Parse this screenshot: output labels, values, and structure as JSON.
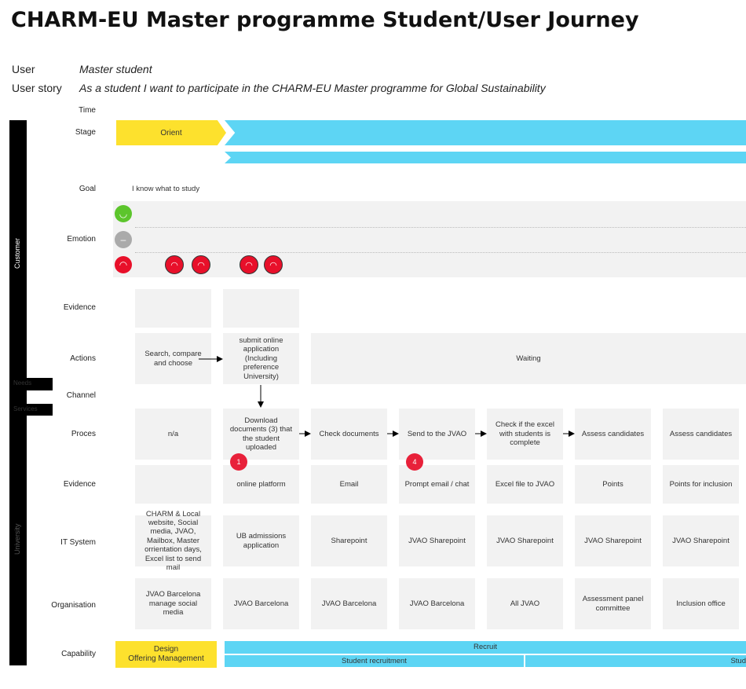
{
  "title": "CHARM-EU Master programme Student/User Journey",
  "user": {
    "label": "User",
    "value": "Master student"
  },
  "user_story": {
    "label": "User story",
    "value": "As a student I want to participate in the CHARM-EU Master programme for Global Sustainability"
  },
  "side": {
    "customer": "Customer",
    "university": "University",
    "needs": "Needs",
    "services": "Services"
  },
  "rows": {
    "time": "Time",
    "stage": "Stage",
    "goal": "Goal",
    "emotion": "Emotion",
    "evidence1": "Evidence",
    "actions": "Actions",
    "channel": "Channel",
    "proces": "Proces",
    "evidence2": "Evidence",
    "it_system": "IT System",
    "organisation": "Organisation",
    "capability": "Capability"
  },
  "stage": {
    "orient": "Orient"
  },
  "goal": {
    "text": "I know what to study"
  },
  "emotion_markers": [
    "1",
    "1",
    "1",
    "1"
  ],
  "actions": {
    "search": "Search, compare and choose",
    "submit": "submit online application (Including preference University)",
    "waiting": "Waiting"
  },
  "process": [
    "n/a",
    "Download documents (3) that the student uploaded",
    "Check documents",
    "Send to the JVAO",
    "Check if the excel with students is complete",
    "Assess candidates",
    "Assess candidates"
  ],
  "badges": [
    "1",
    "4"
  ],
  "evidence": [
    "",
    "online platform",
    "Email",
    "Prompt email / chat",
    "Excel file to JVAO",
    "Points",
    "Points for inclusion"
  ],
  "it_system": [
    "CHARM & Local website, Social media, JVAO, Mailbox, Master orrientation days, Excel list to send mail",
    "UB admissions application",
    "Sharepoint",
    "JVAO Sharepoint",
    "JVAO Sharepoint",
    "JVAO Sharepoint",
    "JVAO Sharepoint"
  ],
  "organisation": [
    "JVAO Barcelona manage social media",
    "JVAO Barcelona",
    "JVAO Barcelona",
    "JVAO Barcelona",
    "All JVAO",
    "Assessment panel committee",
    "Inclusion office"
  ],
  "capability": {
    "design": "Design",
    "offering": "Offering Management",
    "recruit": "Recruit",
    "student_recruitment": "Student recruitment",
    "stud": "Stud"
  },
  "colors": {
    "yellow": "#fde12d",
    "cyan": "#5dd5f4",
    "red": "#e8102a",
    "green": "#5cc52c",
    "grey": "#f2f2f2"
  }
}
